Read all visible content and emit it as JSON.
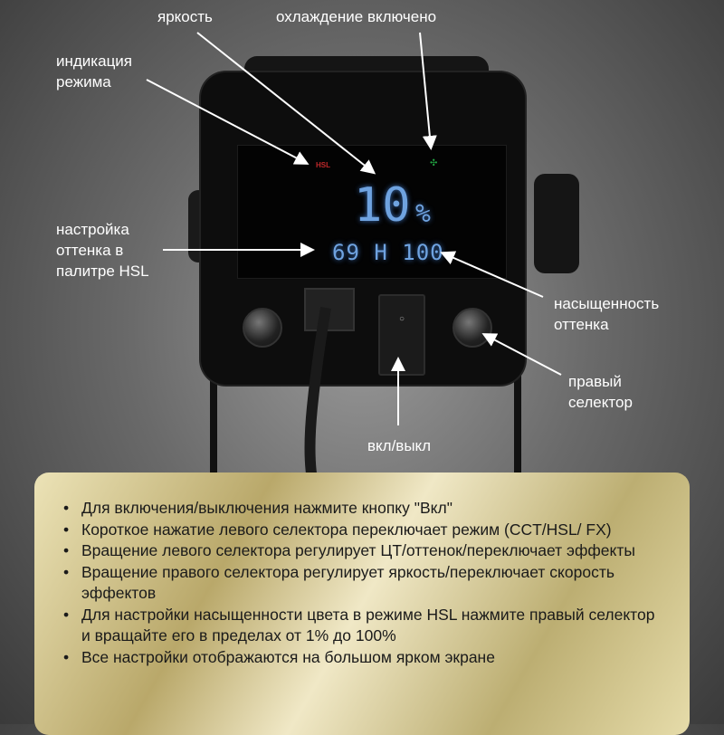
{
  "labels": {
    "brightness": "яркость",
    "cooling": "охлаждение включено",
    "mode_indication": [
      "индикация",
      "режима"
    ],
    "hue_setting": [
      "настройка",
      "оттенка в",
      "палитре HSL"
    ],
    "saturation": [
      "насыщенность",
      "оттенка"
    ],
    "right_selector": [
      "правый",
      "селектор"
    ],
    "power": "вкл/выкл"
  },
  "display": {
    "mode": "HSL",
    "brightness": "10",
    "percent": "%",
    "hue_sat": "69 H 100",
    "mode_color": "#c0282a",
    "fan_color": "#22a844",
    "digit_color": "#6fa3e0"
  },
  "panel": {
    "items": [
      "Для включения/выключения нажмите кнопку \"Вкл\"",
      "Короткое нажатие левого селектора переключает режим (CCT/HSL/ FX)",
      "Вращение левого селектора регулирует ЦТ/оттенок/переключает эффекты",
      "Вращение правого селектора регулирует яркость/переключает скорость эффектов",
      "Для настройки насыщенности цвета в режиме HSL нажмите правый селектор и вращайте его в пределах от 1% до 100%",
      "Все настройки отображаются на большом ярком экране"
    ]
  }
}
